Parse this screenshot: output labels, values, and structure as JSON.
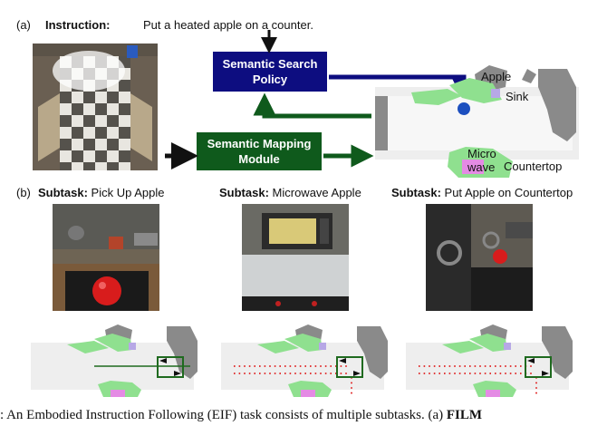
{
  "part_a": {
    "label": "(a)",
    "instruction_label": "Instruction:",
    "instruction_text": "Put a heated apple on a counter.",
    "search_box": "Semantic Search Policy",
    "mapping_box": "Semantic Mapping Module",
    "map_labels": {
      "apple": "Apple",
      "sink": "Sink",
      "microwave": "Micro wave",
      "countertop": "Countertop"
    }
  },
  "part_b": {
    "label": "(b)",
    "subtasks": [
      {
        "label": "Subtask:",
        "text": "Pick Up Apple"
      },
      {
        "label": "Subtask:",
        "text": "Microwave Apple"
      },
      {
        "label": "Subtask:",
        "text": "Put Apple on Countertop"
      }
    ]
  },
  "caption": {
    "prefix": ": An Embodied Instruction Following (EIF) task consists of multiple subtasks. (a)",
    "bold_tail": "FILM"
  },
  "colors": {
    "search_box": "#0d0d80",
    "mapping_box": "#0f5a1c",
    "map_floor": "#eeeeee",
    "map_wall": "#8a8a8a",
    "map_object": "#8fe08f",
    "map_microwave": "#e48be4",
    "map_sink": "#b7a8e6",
    "path_dots": "#e02020"
  }
}
